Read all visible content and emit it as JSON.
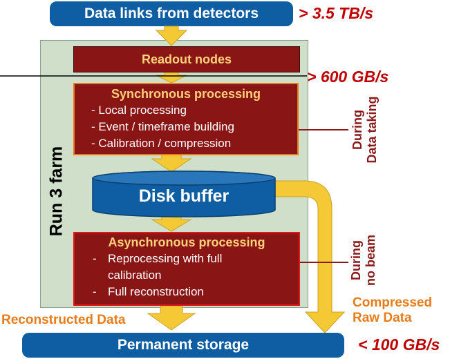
{
  "top_bar": {
    "label": "Data links from detectors"
  },
  "bottom_bar": {
    "label": "Permanent storage"
  },
  "rates": {
    "input": "> 3.5 TB/s",
    "after_readout": "> 600 GB/s",
    "storage": "< 100 GB/s"
  },
  "farm": {
    "label": "Run 3 farm"
  },
  "readout": {
    "label": "Readout nodes"
  },
  "sync": {
    "title": "Synchronous processing",
    "items": [
      "- Local processing",
      "- Event / timeframe building",
      "- Calibration / compression"
    ]
  },
  "disk": {
    "label": "Disk buffer"
  },
  "async": {
    "title": "Asynchronous processing",
    "items": [
      {
        "dash": "-",
        "text": "Reprocessing with full"
      },
      {
        "dash": "",
        "text": "calibration"
      },
      {
        "dash": "-",
        "text": "Full reconstruction"
      }
    ]
  },
  "phase_labels": {
    "data_taking_1": "During",
    "data_taking_2": "Data taking",
    "no_beam_1": "During",
    "no_beam_2": "no beam"
  },
  "outputs": {
    "reconstructed": "Reconstructed Data",
    "compressed_1": "Compressed",
    "compressed_2": "Raw Data"
  },
  "colors": {
    "blue": "#0f5ea4",
    "dark_red": "#891515",
    "farm_green": "#cfdfca",
    "arrow_yellow": "#f5c936",
    "rate_red": "#c00000",
    "orange_text": "#e97c1a"
  }
}
